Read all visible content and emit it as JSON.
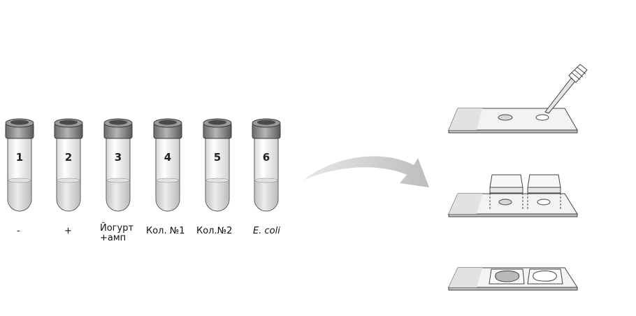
{
  "tubes": [
    {
      "number": "1",
      "label": "-"
    },
    {
      "number": "2",
      "label": "+"
    },
    {
      "number": "3",
      "label": "Йогурт\n+амп"
    },
    {
      "number": "4",
      "label": "Кол. №1"
    },
    {
      "number": "5",
      "label": "Кол.№2"
    },
    {
      "number": "6",
      "label": "E. coli",
      "italic": true
    }
  ],
  "colors": {
    "cap": "#8c8c8c",
    "cap_dark": "#5c5c5c",
    "glass": "#f2f2f2",
    "liquid": "#d6d6d6",
    "arrow": "#c9c9c9",
    "slide": "#f0f0f0",
    "outline": "#555555"
  }
}
